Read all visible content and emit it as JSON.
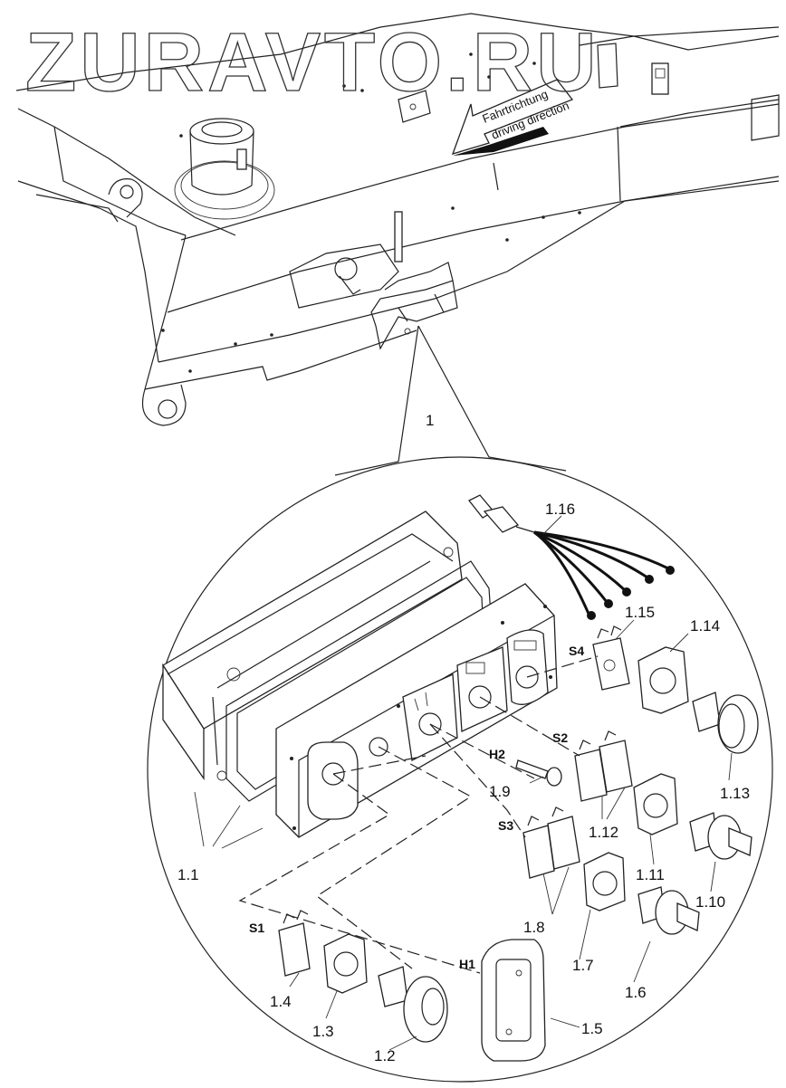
{
  "watermark": "ZURAVTO.RU",
  "direction_arrow": {
    "line1": "Fahrtrichtung",
    "line2": "driving direction"
  },
  "callouts": {
    "assembly": "1",
    "p1_1": "1.1",
    "p1_2": "1.2",
    "p1_3": "1.3",
    "p1_4": "1.4",
    "p1_5": "1.5",
    "p1_6": "1.6",
    "p1_7": "1.7",
    "p1_8": "1.8",
    "p1_9": "1.9",
    "p1_10": "1.10",
    "p1_11": "1.11",
    "p1_12": "1.12",
    "p1_13": "1.13",
    "p1_14": "1.14",
    "p1_15": "1.15",
    "p1_16": "1.16"
  },
  "designators": {
    "s1": "S1",
    "s2": "S2",
    "s3": "S3",
    "s4": "S4",
    "h1": "H1",
    "h2": "H2"
  }
}
